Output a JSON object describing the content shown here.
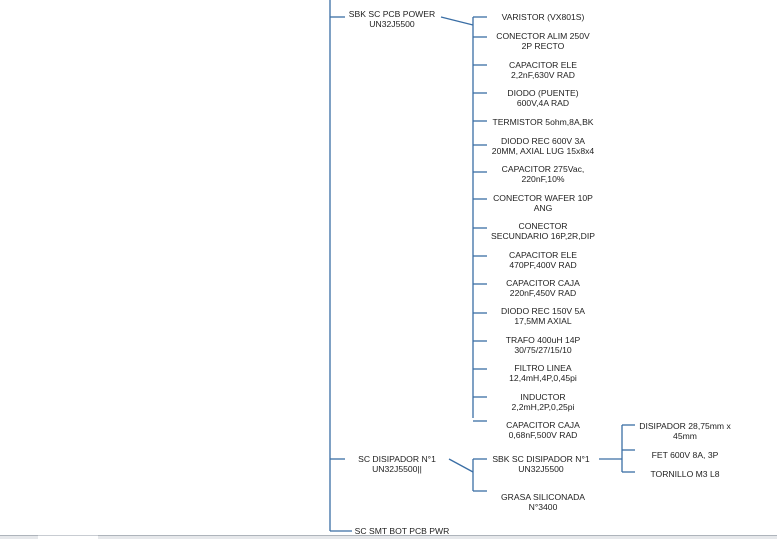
{
  "colors": {
    "connector": "#3a6ea5",
    "text": "#222222"
  },
  "diagram": {
    "type": "tree",
    "nodes": [
      {
        "id": "sbk_power",
        "text": "SBK SC PCB POWER\nUN32J5500"
      },
      {
        "id": "varistor",
        "text": "VARISTOR (VX801S)"
      },
      {
        "id": "conector_alim",
        "text": "CONECTOR ALIM 250V\n2P RECTO"
      },
      {
        "id": "cap_ele_22",
        "text": "CAPACITOR ELE\n2,2nF,630V RAD"
      },
      {
        "id": "diodo_puente",
        "text": "DIODO (PUENTE)\n600V,4A RAD"
      },
      {
        "id": "termistor",
        "text": "TERMISTOR 5ohm,8A,BK"
      },
      {
        "id": "diodo_rec_600",
        "text": "DIODO REC 600V 3A\n20MM, AXIAL LUG 15x8x4"
      },
      {
        "id": "cap_275",
        "text": "CAPACITOR 275Vac,\n220nF,10%"
      },
      {
        "id": "conector_wafer",
        "text": "CONECTOR WAFER 10P\nANG"
      },
      {
        "id": "conector_sec",
        "text": "CONECTOR\nSECUNDARIO 16P,2R,DIP"
      },
      {
        "id": "cap_ele_470",
        "text": "CAPACITOR ELE\n470PF,400V RAD"
      },
      {
        "id": "cap_caja_220",
        "text": "CAPACITOR CAJA\n220nF,450V RAD"
      },
      {
        "id": "diodo_rec_150",
        "text": "DIODO REC 150V 5A\n17,5MM AXIAL"
      },
      {
        "id": "trafo",
        "text": "TRAFO 400uH 14P\n30/75/27/15/10"
      },
      {
        "id": "filtro",
        "text": "FILTRO LINEA\n12,4mH,4P,0,45pi"
      },
      {
        "id": "inductor",
        "text": "INDUCTOR\n2,2mH,2P,0,25pi"
      },
      {
        "id": "cap_caja_068",
        "text": "CAPACITOR CAJA\n0,68nF,500V RAD"
      },
      {
        "id": "sc_disipador",
        "text": "SC DISIPADOR N°1\nUN32J5500||"
      },
      {
        "id": "sbk_disipador",
        "text": "SBK SC DISIPADOR N°1\nUN32J5500"
      },
      {
        "id": "grasa",
        "text": "GRASA SILICONADA\nN°3400"
      },
      {
        "id": "disipador_mm",
        "text": "DISIPADOR 28,75mm x\n45mm"
      },
      {
        "id": "fet",
        "text": "FET 600V 8A, 3P"
      },
      {
        "id": "tornillo",
        "text": "TORNILLO M3 L8"
      },
      {
        "id": "sc_smt_bot",
        "text": "SC SMT BOT PCB PWR"
      }
    ],
    "edges": [
      [
        "sbk_power",
        "varistor"
      ],
      [
        "sbk_power",
        "conector_alim"
      ],
      [
        "sbk_power",
        "cap_ele_22"
      ],
      [
        "sbk_power",
        "diodo_puente"
      ],
      [
        "sbk_power",
        "termistor"
      ],
      [
        "sbk_power",
        "diodo_rec_600"
      ],
      [
        "sbk_power",
        "cap_275"
      ],
      [
        "sbk_power",
        "conector_wafer"
      ],
      [
        "sbk_power",
        "conector_sec"
      ],
      [
        "sbk_power",
        "cap_ele_470"
      ],
      [
        "sbk_power",
        "cap_caja_220"
      ],
      [
        "sbk_power",
        "diodo_rec_150"
      ],
      [
        "sbk_power",
        "trafo"
      ],
      [
        "sbk_power",
        "filtro"
      ],
      [
        "sbk_power",
        "inductor"
      ],
      [
        "sbk_power",
        "cap_caja_068"
      ],
      [
        "sc_disipador",
        "sbk_disipador"
      ],
      [
        "sc_disipador",
        "grasa"
      ],
      [
        "sbk_disipador",
        "disipador_mm"
      ],
      [
        "sbk_disipador",
        "fet"
      ],
      [
        "sbk_disipador",
        "tornillo"
      ]
    ]
  }
}
